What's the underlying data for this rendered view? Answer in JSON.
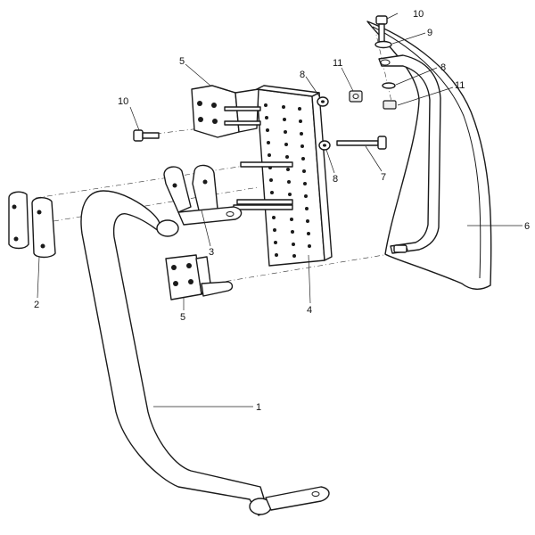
{
  "diagram": {
    "callouts": {
      "c1": "1",
      "c2": "2",
      "c3": "3",
      "c4": "4",
      "c5_top": "5",
      "c5_bottom": "5",
      "c6": "6",
      "c7": "7",
      "c8_left": "8",
      "c8_lower": "8",
      "c8_right": "8",
      "c9": "9",
      "c10_left": "10",
      "c10_top": "10",
      "c11_mid": "11",
      "c11_right": "11"
    }
  }
}
